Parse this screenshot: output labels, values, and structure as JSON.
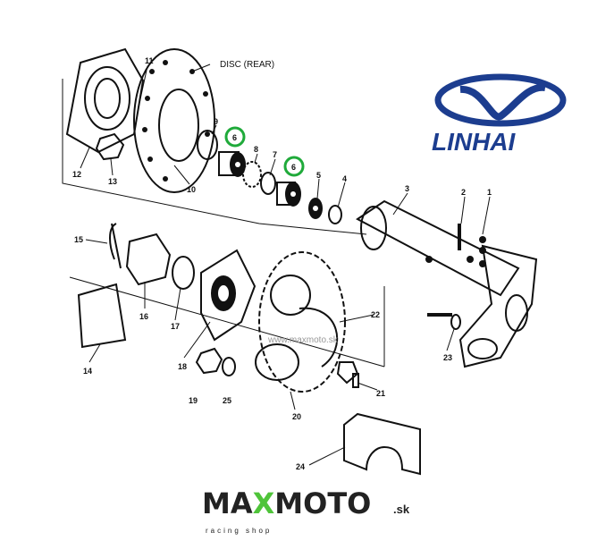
{
  "diagram": {
    "disc_label": "DISC (REAR)",
    "part_numbers": [
      "1",
      "2",
      "3",
      "4",
      "5",
      "6",
      "6",
      "7",
      "8",
      "9",
      "10",
      "11",
      "12",
      "13",
      "14",
      "15",
      "16",
      "17",
      "18",
      "19",
      "20",
      "21",
      "22",
      "23",
      "24",
      "25"
    ],
    "highlighted_part": "6",
    "highlight_color": "#1faa3a",
    "watermark": "www.maxmoto.sk"
  },
  "brand_logo": {
    "text": "LINHAI",
    "color": "#1c3d8f"
  },
  "shop_logo": {
    "text_main": "MAXMOTO",
    "text_suffix": ".sk",
    "tagline": "racing shop",
    "accent_color": "#4fc43a"
  }
}
